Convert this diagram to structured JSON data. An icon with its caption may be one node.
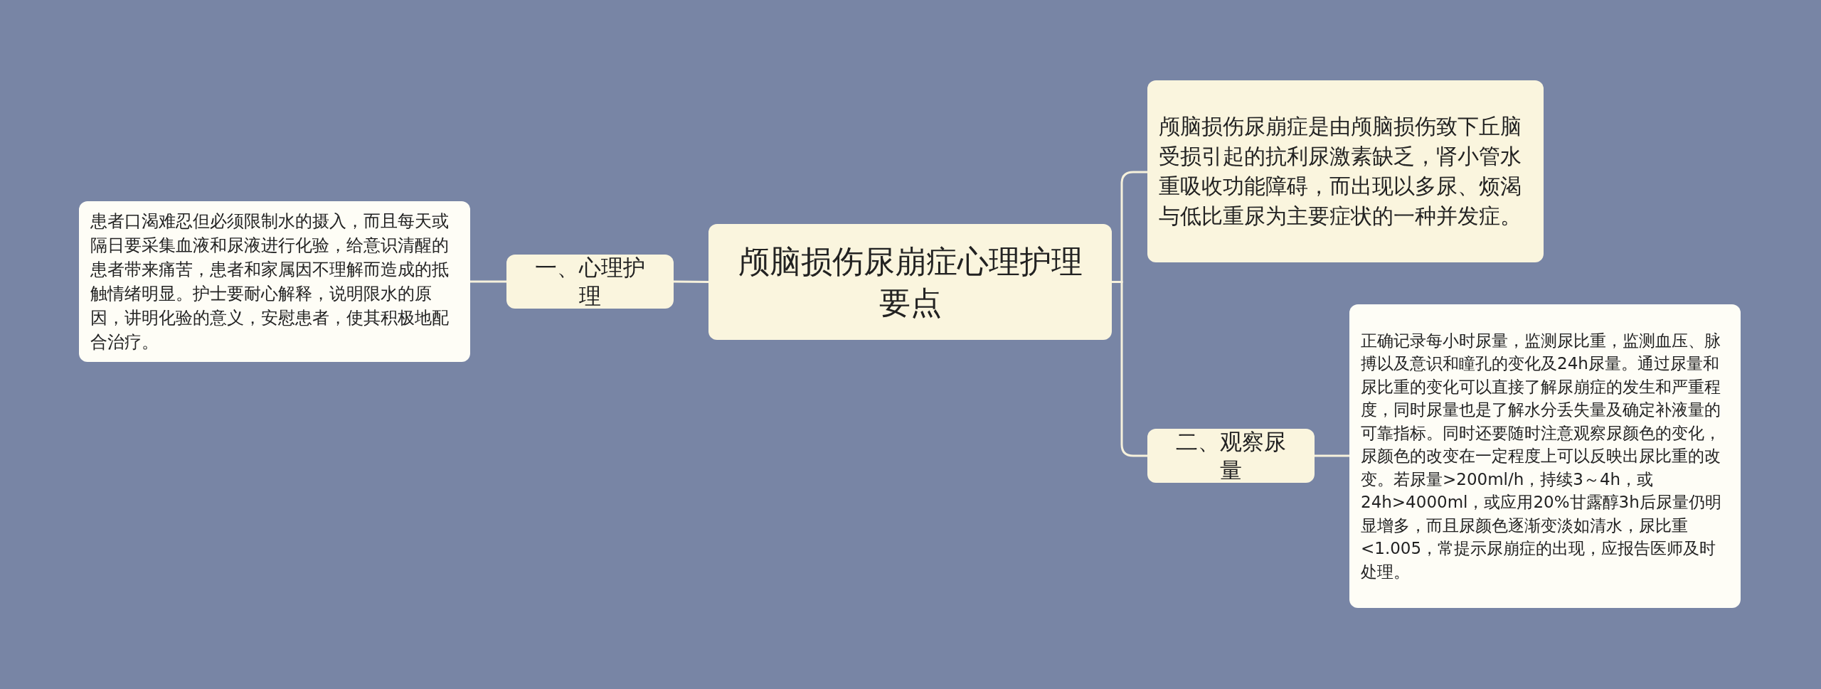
{
  "diagram": {
    "nodes": [
      {
        "text": [
          "颅脑损伤尿崩症心理护理要点"
        ]
      },
      {
        "text": [
          "一、心理护理"
        ]
      },
      {
        "text": [
          "患者口渴难忍但必须限制水的摄入，而且每天或隔日要采集血液和尿液进行化验，给意识清醒的患者带来痛苦，患者和家属因不理解而造成的抵触情绪明显。护士要耐心解释，说明限水的原因，讲明化验的意义，安慰患者，使其积极地配合治疗。"
        ]
      },
      {
        "text": [
          "颅脑损伤尿崩症是由颅脑损伤致下丘脑受损引起的抗利尿激素缺乏，肾小管水重吸收功能障碍，而出现以多尿、烦渴与低比重尿为主要症状的一种并发症。"
        ]
      },
      {
        "text": [
          "二、观察尿量"
        ]
      },
      {
        "text": [
          "正确记录每小时尿量，监测尿比重，监测血压、脉搏以及意识和瞳孔的变化及24h尿量。通过尿量和尿比重的变化可以直接了解尿崩症的发生和严重程度，同时尿量也是了解水分丢失量及确定补液量的可靠指标。同时还要随时注意观察尿颜色的变化，尿颜色的改变在一定程度上可以反映出尿比重的改变。若尿量>200ml/h，持续3～4h，或24h>4000ml，或应用20%甘露醇3h后尿量仍明显增多，而且尿颜色逐渐变淡如清水，尿比重<1.005，常提示尿崩症的出现，应报告医师及时处理。"
        ]
      }
    ],
    "edges": [
      {
        "from": 0,
        "to": 1,
        "arrow": "none"
      },
      {
        "from": 1,
        "to": 2,
        "arrow": "none"
      },
      {
        "from": 0,
        "to": 3,
        "arrow": "none"
      },
      {
        "from": 0,
        "to": 4,
        "arrow": "none"
      },
      {
        "from": 4,
        "to": 5,
        "arrow": "none"
      }
    ]
  }
}
